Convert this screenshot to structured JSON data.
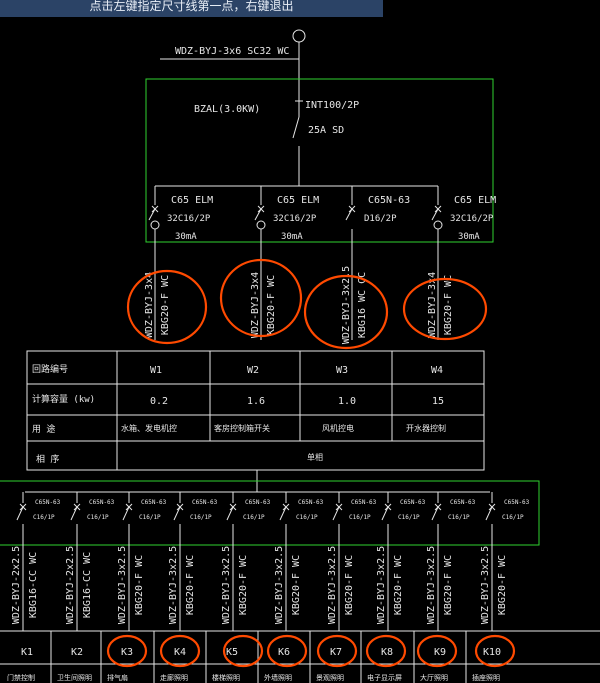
{
  "prompt": "点击左键指定尺寸线第一点，右键退出",
  "incoming_cable": "WDZ-BYJ-3x6 SC32 WC",
  "panel_name": "BZAL(3.0KW)",
  "main_breaker": {
    "model": "INT100/2P",
    "rating": "25A SD"
  },
  "branches": [
    {
      "type": "C65 ELM",
      "rating": "32C16/2P",
      "sens": "30mA",
      "cable_a": "WDZ-BYJ-3x4",
      "cable_b": "KBG20-F WC"
    },
    {
      "type": "C65 ELM",
      "rating": "32C16/2P",
      "sens": "30mA",
      "cable_a": "WDZ-BYJ-3x4",
      "cable_b": "KBG20-F WC"
    },
    {
      "type": "C65N-63",
      "rating": "D16/2P",
      "sens": "",
      "cable_a": "WDZ-BYJ-3x2.5",
      "cable_b": "KBG16 WC CC"
    },
    {
      "type": "C65 ELM",
      "rating": "32C16/2P",
      "sens": "30mA",
      "cable_a": "WDZ-BYJ-3x4",
      "cable_b": "KBG20-F WC"
    }
  ],
  "table": {
    "row_labels": [
      "回路编号",
      "计算容量    (kw)",
      "用  途",
      "相  序"
    ],
    "circuits": [
      "W1",
      "W2",
      "W3",
      "W4"
    ],
    "capacities": [
      "0.2",
      "1.6",
      "1.0",
      "15"
    ],
    "uses": [
      "水箱、发电机控",
      "客房控制箱开关",
      "风机控电",
      "开水器控制"
    ],
    "phase": "单相"
  },
  "sub_breakers": {
    "type": "C65N-63",
    "rating": "C16/1P"
  },
  "sub_cables": [
    {
      "cable_a": "WDZ-BYJ-2x2.5",
      "cable_b": "KBG16-CC WC"
    },
    {
      "cable_a": "WDZ-BYJ-2x2.5",
      "cable_b": "KBG16-CC WC"
    },
    {
      "cable_a": "WDZ-BYJ-3x2.5",
      "cable_b": "KBG20-F WC"
    },
    {
      "cable_a": "WDZ-BYJ-3x2.5",
      "cable_b": "KBG20-F WC"
    },
    {
      "cable_a": "WDZ-BYJ-3x2.5",
      "cable_b": "KBG20-F WC"
    },
    {
      "cable_a": "WDZ-BYJ-3x2.5",
      "cable_b": "KBG20-F WC"
    },
    {
      "cable_a": "WDZ-BYJ-3x2.5",
      "cable_b": "KBG20-F WC"
    },
    {
      "cable_a": "WDZ-BYJ-3x2.5",
      "cable_b": "KBG20-F WC"
    },
    {
      "cable_a": "WDZ-BYJ-3x2.5",
      "cable_b": "KBG20-F WC"
    },
    {
      "cable_a": "WDZ-BYJ-3x2.5",
      "cable_b": "KBG20-F WC"
    }
  ],
  "k_labels": [
    "K1",
    "K2",
    "K3",
    "K4",
    "K5",
    "K6",
    "K7",
    "K8",
    "K9",
    "K10"
  ],
  "k_uses": [
    "门禁控制",
    "卫生间照明",
    "排气扇",
    "走廊照明",
    "楼梯照明",
    "外墙照明",
    "景观照明",
    "电子显示屏",
    "大厅照明",
    "插座照明"
  ]
}
